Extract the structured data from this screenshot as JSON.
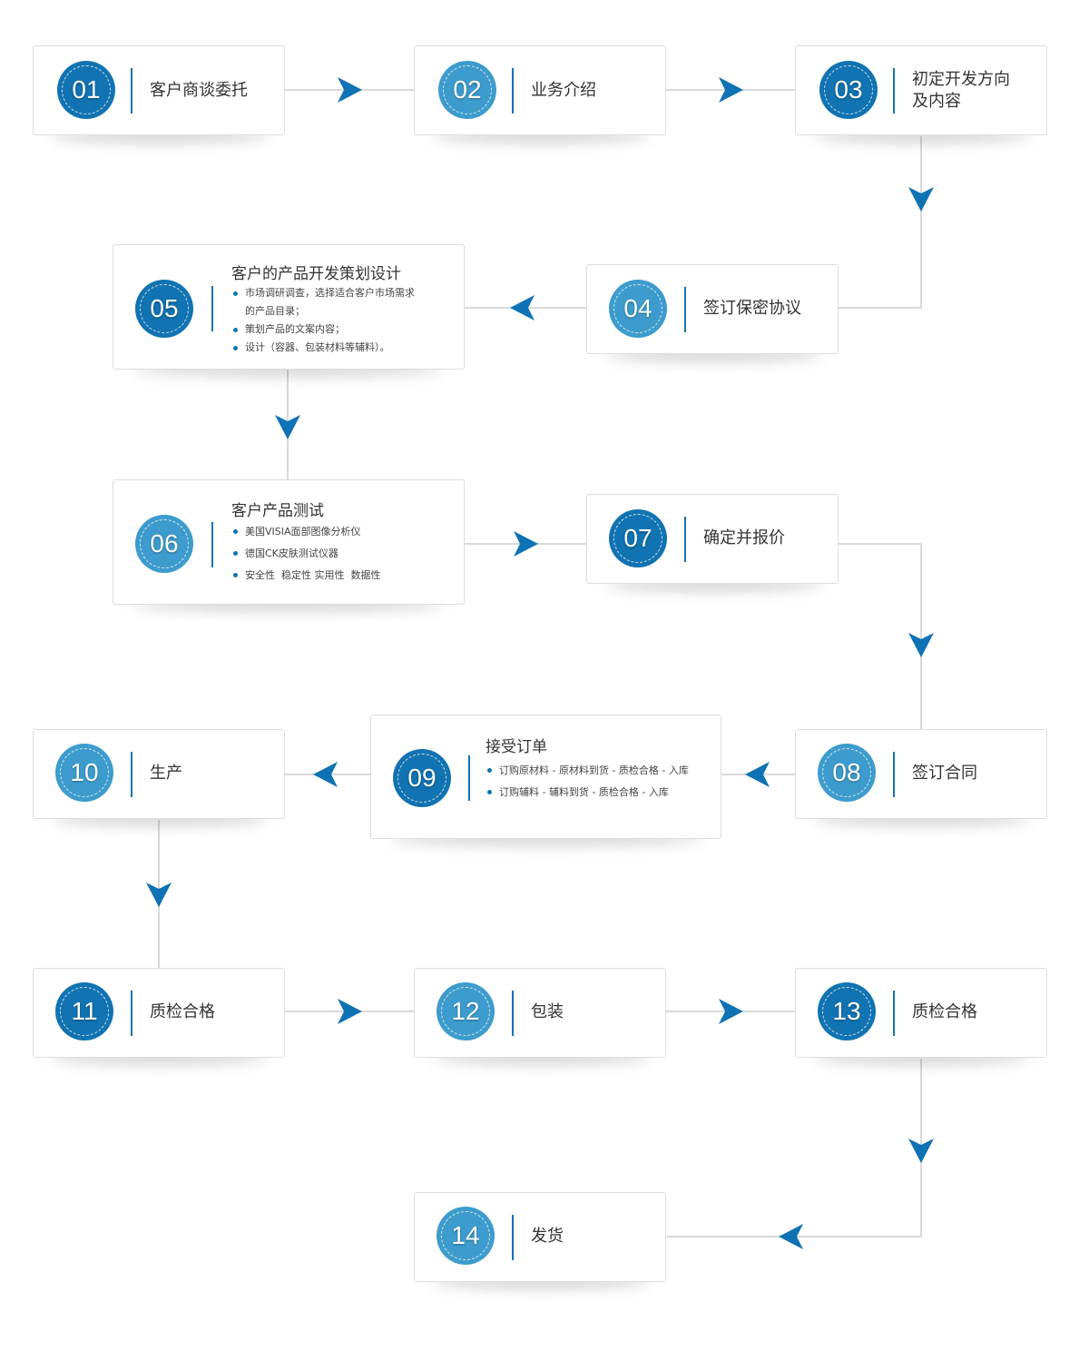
{
  "steps": [
    {
      "num": "01",
      "label": "客户商谈委托"
    },
    {
      "num": "02",
      "label": "业务介绍"
    },
    {
      "num": "03",
      "label_lines": [
        "初定开发方向",
        "及内容"
      ]
    },
    {
      "num": "04",
      "label": "签订保密协议"
    },
    {
      "num": "05",
      "title": "客户的产品开发策划设计",
      "bullets": [
        "市场调研调查，选择适合客户市场需求",
        "的产品目录；",
        "策划产品的文案内容；",
        "设计（容器、包装材料等辅料）。"
      ]
    },
    {
      "num": "06",
      "title": "客户产品测试",
      "bullets": [
        "美国VISIA面部图像分析仪",
        "德国CK皮肤测试仪器",
        "安全性  稳定性 实用性  数据性"
      ]
    },
    {
      "num": "07",
      "label": "确定并报价"
    },
    {
      "num": "08",
      "label": "签订合同"
    },
    {
      "num": "09",
      "title": "接受订单",
      "bullets": [
        "订购原材料 - 原材料到货 - 质检合格 - 入库",
        "订购辅料 - 辅料到货 - 质检合格 - 入库"
      ]
    },
    {
      "num": "10",
      "label": "生产"
    },
    {
      "num": "11",
      "label": "质检合格"
    },
    {
      "num": "12",
      "label": "包装"
    },
    {
      "num": "13",
      "label": "质检合格"
    },
    {
      "num": "14",
      "label": "发货"
    }
  ],
  "colors": {
    "badge_dark": "#1173b1",
    "badge_light": "#3d9ccd",
    "arrow": "#0f72b4",
    "line": "#d9d9d9"
  }
}
